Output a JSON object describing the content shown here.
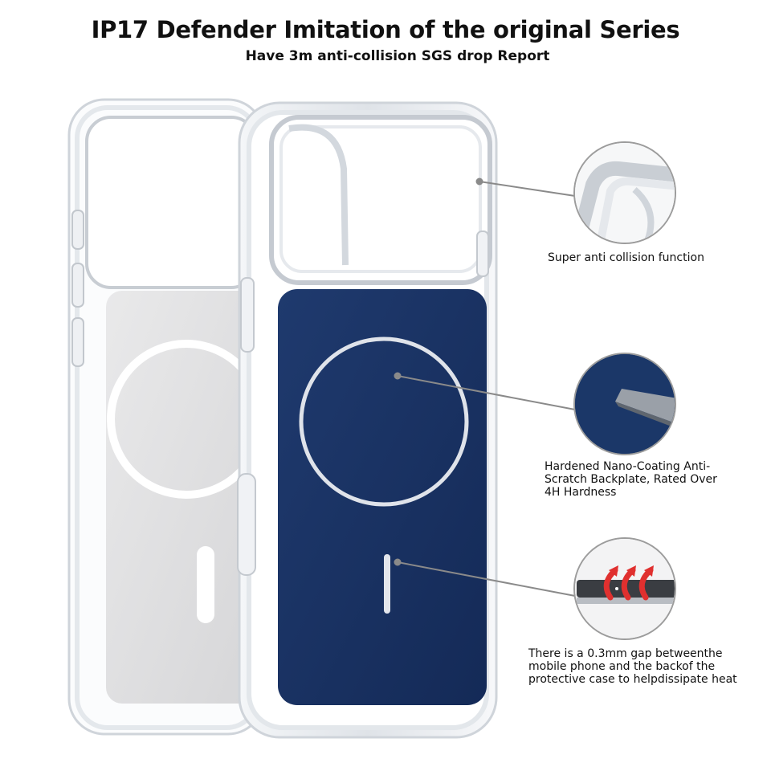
{
  "header": {
    "title": "IP17 Defender Imitation of the original Series",
    "subtitle": "Have 3m anti-collision SGS drop Report"
  },
  "features": [
    {
      "icon": "bumper-corner-icon",
      "caption": "Super anti collision function"
    },
    {
      "icon": "nano-coating-icon",
      "caption": "Hardened Nano-Coating Anti-Scratch Backplate, Rated Over 4H Hardness"
    },
    {
      "icon": "heat-gap-icon",
      "caption": "There is a 0.3mm gap betweenthe mobile phone and the backof the protective case to helpdissipate heat"
    }
  ],
  "colors": {
    "backplate": "#142a57",
    "clear_case_edge": "#d9dde2",
    "magsafe_ring": "#e6e8ec",
    "callout_line": "#8a8a8a",
    "heat_arrows": "#e0302f"
  }
}
